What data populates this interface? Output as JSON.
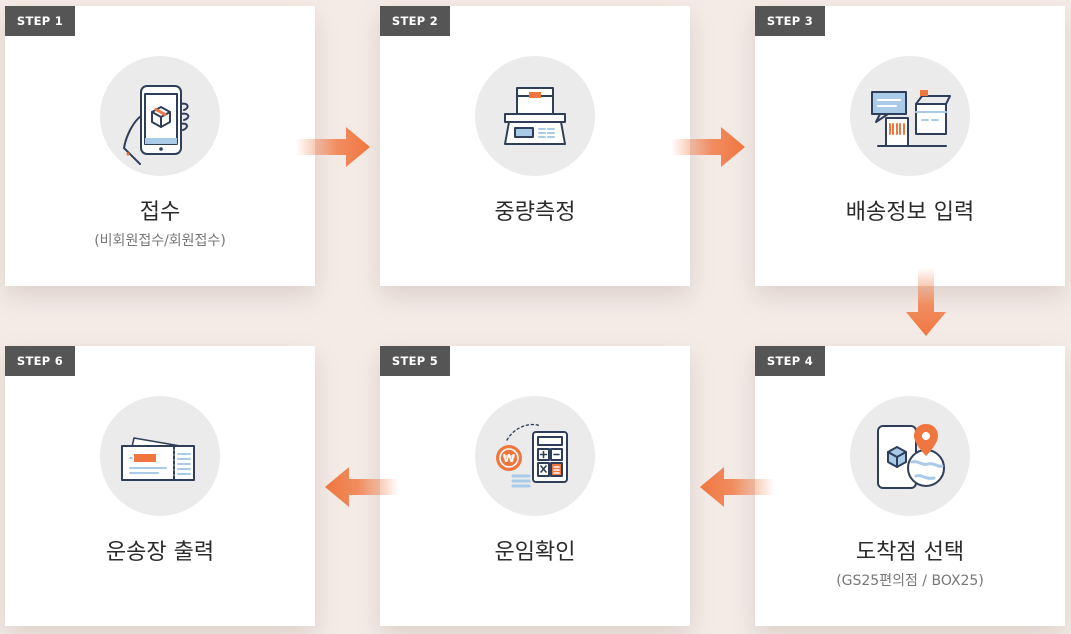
{
  "steps": [
    {
      "badge": "STEP 1",
      "title": "접수",
      "subtitle": "(비회원접수/회원접수)"
    },
    {
      "badge": "STEP 2",
      "title": "중량측정",
      "subtitle": ""
    },
    {
      "badge": "STEP 3",
      "title": "배송정보 입력",
      "subtitle": ""
    },
    {
      "badge": "STEP 4",
      "title": "도착점 선택",
      "subtitle": "(GS25편의점 / BOX25)"
    },
    {
      "badge": "STEP 5",
      "title": "운임확인",
      "subtitle": ""
    },
    {
      "badge": "STEP 6",
      "title": "운송장 출력",
      "subtitle": ""
    }
  ],
  "colors": {
    "accent": "#f0763f",
    "badge_bg": "#555555",
    "card_bg": "#ffffff",
    "page_bg": "#f4ebe7",
    "icon_circle": "#ebebeb",
    "icon_stroke": "#2f3f5a",
    "icon_blue": "#a9cbe8"
  },
  "icons": [
    "smartphone-box-icon",
    "scale-box-icon",
    "delivery-info-icon",
    "location-map-icon",
    "fare-calculator-icon",
    "waybill-ticket-icon"
  ]
}
